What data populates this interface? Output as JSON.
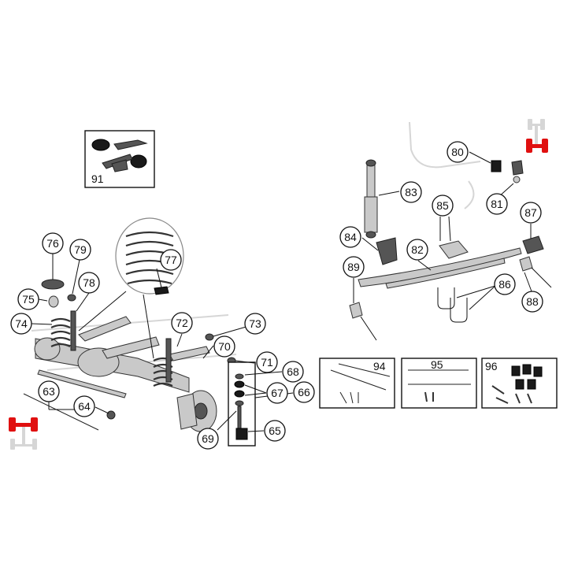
{
  "diagram": {
    "callouts": {
      "c63": "63",
      "c64": "64",
      "c65": "65",
      "c66": "66",
      "c67": "67",
      "c68": "68",
      "c69": "69",
      "c70": "70",
      "c71": "71",
      "c72": "72",
      "c73": "73",
      "c74": "74",
      "c75": "75",
      "c76": "76",
      "c77": "77",
      "c78": "78",
      "c79": "79",
      "c80": "80",
      "c81": "81",
      "c82": "82",
      "c83": "83",
      "c84": "84",
      "c85": "85",
      "c86": "86",
      "c87": "87",
      "c88": "88",
      "c89": "89"
    },
    "kits": {
      "k91": "91",
      "k94": "94",
      "k95": "95",
      "k96": "96"
    },
    "colors": {
      "highlight": "#e01010",
      "ghost": "#d6d6d6",
      "line": "#111111"
    },
    "icons": [
      "front-axle-indicator-icon",
      "rear-axle-indicator-icon"
    ]
  }
}
